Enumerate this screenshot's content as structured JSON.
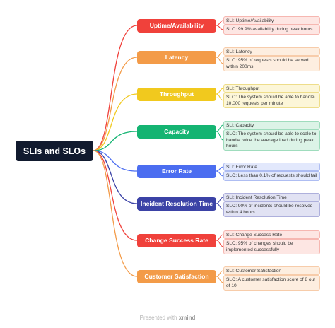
{
  "root": {
    "label": "SLIs and SLOs"
  },
  "footer": {
    "prefix": "Presented with",
    "brand": "xmind"
  },
  "colors": {
    "root_bg": "#111a2e"
  },
  "branches": [
    {
      "id": "uptime",
      "label": "Uptime/Availability",
      "color": "#f0413b",
      "leaf_bg": "#fde6e3",
      "leaf_border": "#f6b7b1",
      "sli": "SLI: Uptime/Availability",
      "slo": "SLO: 99.9% availability during peak hours"
    },
    {
      "id": "latency",
      "label": "Latency",
      "color": "#f39b48",
      "leaf_bg": "#fdeee0",
      "leaf_border": "#f7ccaa",
      "sli": "SLI: Latency",
      "slo": "SLO: 95% of requests should be served within 200ms"
    },
    {
      "id": "throughput",
      "label": "Throughput",
      "color": "#f1c91e",
      "leaf_bg": "#fcf6d8",
      "leaf_border": "#eedd8a",
      "sli": "SLI: Throughput",
      "slo": "SLO: The system should be able to handle 10,000 requests per minute"
    },
    {
      "id": "capacity",
      "label": "Capacity",
      "color": "#14b472",
      "leaf_bg": "#dcf3e7",
      "leaf_border": "#9fdcbd",
      "sli": "SLI: Capacity",
      "slo": "SLO: The system should be able to scale to handle twice the average load during peak hours"
    },
    {
      "id": "error-rate",
      "label": "Error Rate",
      "color": "#4b6df0",
      "leaf_bg": "#e2e8fc",
      "leaf_border": "#aebdf2",
      "sli": "SLI: Error Rate",
      "slo": "SLO: Less than 0.1% of requests should fail"
    },
    {
      "id": "incident-resolution",
      "label": "Incident Resolution Time",
      "color": "#3b42a6",
      "leaf_bg": "#e1e2f3",
      "leaf_border": "#aeb0dc",
      "sli": "SLI: Incident Resolution Time",
      "slo": "SLO: 90% of incidents should be resolved within 4 hours"
    },
    {
      "id": "change-success",
      "label": "Change Success Rate",
      "color": "#f0413b",
      "leaf_bg": "#fde6e3",
      "leaf_border": "#f6b7b1",
      "sli": "SLI: Change Success Rate",
      "slo": "SLO: 95% of changes should be implemented successfully"
    },
    {
      "id": "customer-satisfaction",
      "label": "Customer Satisfaction",
      "color": "#f39b48",
      "leaf_bg": "#fdeee0",
      "leaf_border": "#f7ccaa",
      "sli": "SLI: Customer Satisfaction",
      "slo": "SLO: A customer satisfaction score of 8 out of 10"
    }
  ]
}
